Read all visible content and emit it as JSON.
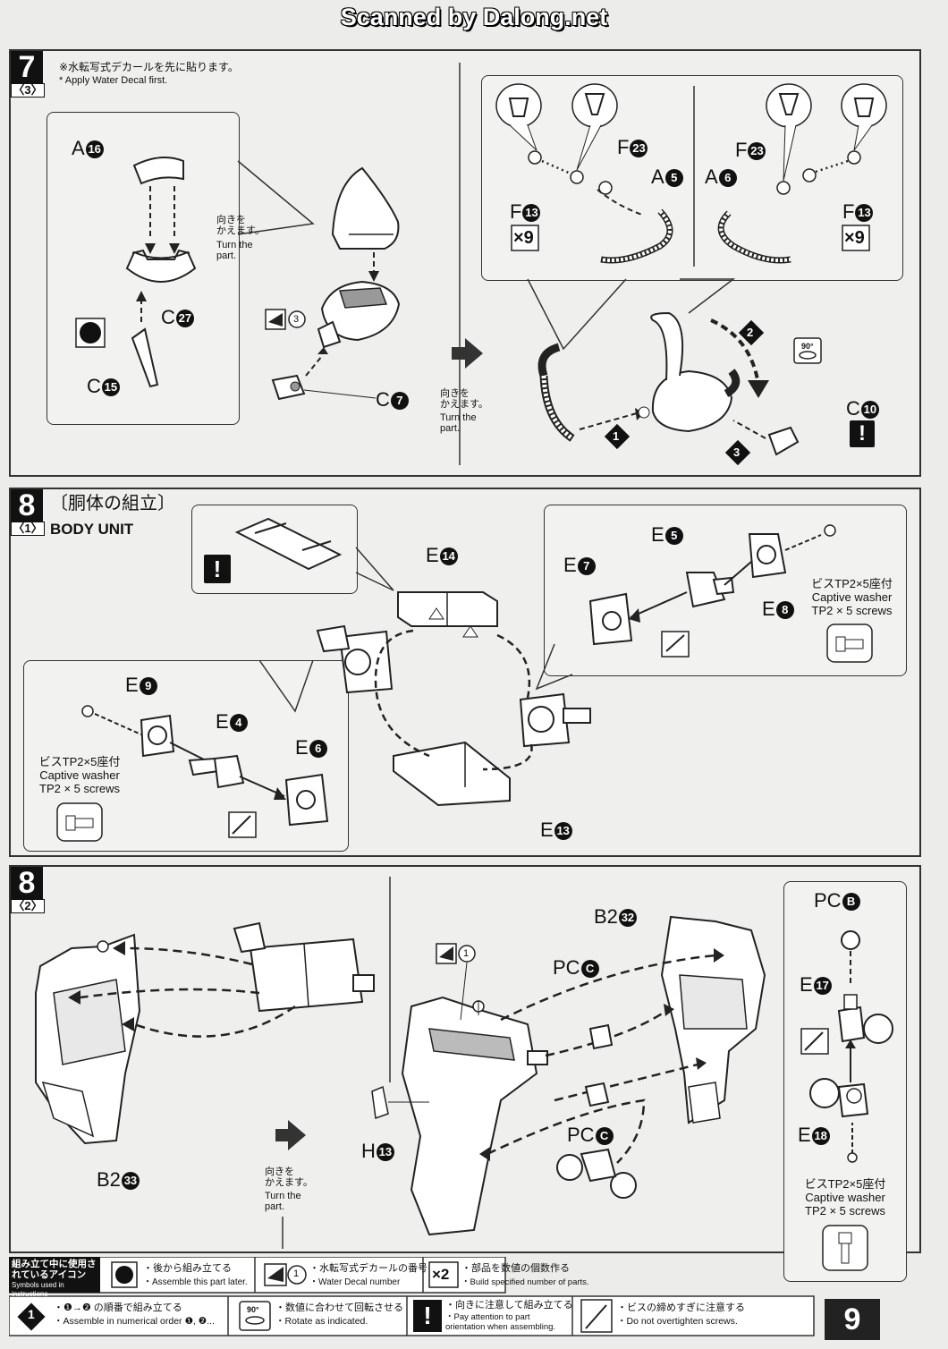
{
  "watermark": "Scanned by Dalong.net",
  "step7": {
    "number": "7",
    "sub": "〈3〉",
    "note_jp": "※水転写式デカールを先に貼ります。",
    "note_en": "* Apply Water Decal first.",
    "turn_jp": "向きを\nかえます。",
    "turn_en": "Turn the\npart.",
    "labels": {
      "a16": {
        "letter": "A",
        "num": "16"
      },
      "c27": {
        "letter": "C",
        "num": "27"
      },
      "c15": {
        "letter": "C",
        "num": "15"
      },
      "c7": {
        "letter": "C",
        "num": "7"
      },
      "decal3": "3",
      "f23a": {
        "letter": "F",
        "num": "23"
      },
      "a5": {
        "letter": "A",
        "num": "5"
      },
      "f13a": {
        "letter": "F",
        "num": "13"
      },
      "x9a": "×9",
      "f23b": {
        "letter": "F",
        "num": "23"
      },
      "a6": {
        "letter": "A",
        "num": "6"
      },
      "f13b": {
        "letter": "F",
        "num": "13"
      },
      "x9b": "×9",
      "c10": {
        "letter": "C",
        "num": "10"
      },
      "rot": "90°",
      "seq1": "1",
      "seq2": "2",
      "seq3": "3"
    }
  },
  "step8a": {
    "number": "8",
    "sub": "〈1〉",
    "title_jp": "〔胴体の組立〕",
    "title_en": "BODY UNIT",
    "labels": {
      "e14": {
        "letter": "E",
        "num": "14"
      },
      "e5": {
        "letter": "E",
        "num": "5"
      },
      "e7": {
        "letter": "E",
        "num": "7"
      },
      "e8": {
        "letter": "E",
        "num": "8"
      },
      "e9": {
        "letter": "E",
        "num": "9"
      },
      "e4": {
        "letter": "E",
        "num": "4"
      },
      "e6": {
        "letter": "E",
        "num": "6"
      },
      "e13": {
        "letter": "E",
        "num": "13"
      }
    },
    "screw_jp": "ビスTP2×5座付",
    "screw_en1": "Captive washer",
    "screw_en2": "TP2 × 5 screws"
  },
  "step8b": {
    "number": "8",
    "sub": "〈2〉",
    "turn_jp": "向きを\nかえます。",
    "turn_en": "Turn the\npart.",
    "labels": {
      "b232": {
        "letter": "B2",
        "num": "32"
      },
      "pcb": {
        "letter": "PC",
        "num": "B"
      },
      "pcc1": {
        "letter": "PC",
        "num": "C"
      },
      "pcc2": {
        "letter": "PC",
        "num": "C"
      },
      "e17": {
        "letter": "E",
        "num": "17"
      },
      "e18": {
        "letter": "E",
        "num": "18"
      },
      "h13": {
        "letter": "H",
        "num": "13"
      },
      "b233": {
        "letter": "B2",
        "num": "33"
      },
      "decal1": "1"
    },
    "screw_jp": "ビスTP2×5座付",
    "screw_en1": "Captive washer",
    "screw_en2": "TP2 × 5 screws"
  },
  "legend": {
    "head_jp": "組み立て中に使用されているアイコン",
    "head_en": "Symbols used in instructions",
    "later_jp": "・後から組み立てる",
    "later_en": "・Assemble this part later.",
    "decal_jp": "・水転写式デカールの番号",
    "decal_en": "・Water Decal number",
    "count_jp": "・部品を数値の個数作る",
    "count_en": "・Build specified number of parts.",
    "count_icon": "×2",
    "order_jp": "・❶→❷ の順番で組み立てる",
    "order_en": "・Assemble in numerical order ❶, ❷...",
    "rotate_jp": "・数値に合わせて回転させる",
    "rotate_en": "・Rotate as indicated.",
    "rotate_icon": "90°",
    "orient_jp": "・向きに注意して組み立てる",
    "orient_en": "・Pay attention to part orientation when assembling.",
    "screw_jp": "・ビスの締めすぎに注意する",
    "screw_en": "・Do not overtighten screws.",
    "decal_icon_num": "1",
    "order_icon_num": "1"
  },
  "page_number": "9"
}
